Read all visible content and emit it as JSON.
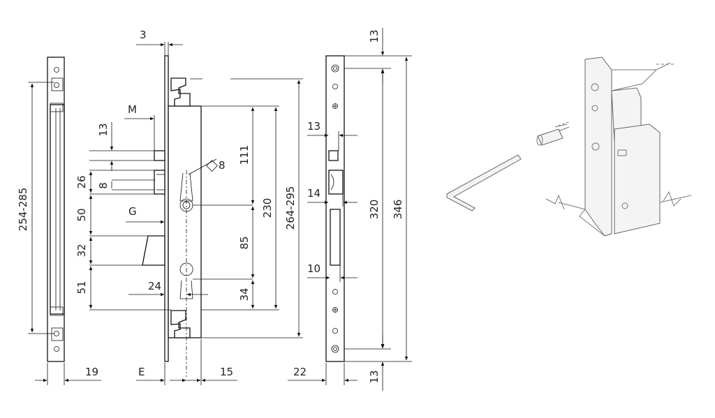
{
  "dimensions": {
    "strike_height": "254-285",
    "strike_depth": "19",
    "plate_thickness": "3",
    "label_m": "M",
    "label_g": "G",
    "label_e": "E",
    "d13_top_left": "13",
    "d26": "26",
    "d8": "8",
    "d50": "50",
    "d32": "32",
    "d51": "51",
    "d24": "24",
    "square8": "8",
    "d111": "111",
    "d85": "85",
    "d34": "34",
    "d230": "230",
    "lock_height": "264-295",
    "d15": "15",
    "faceplate_13": "13",
    "faceplate_14": "14",
    "faceplate_10": "10",
    "faceplate_22": "22",
    "d13_top": "13",
    "d13_bottom": "13",
    "d320": "320",
    "d346": "346"
  },
  "icons": [
    "hex-key-icon",
    "screw-icon",
    "door-frame-icon"
  ]
}
